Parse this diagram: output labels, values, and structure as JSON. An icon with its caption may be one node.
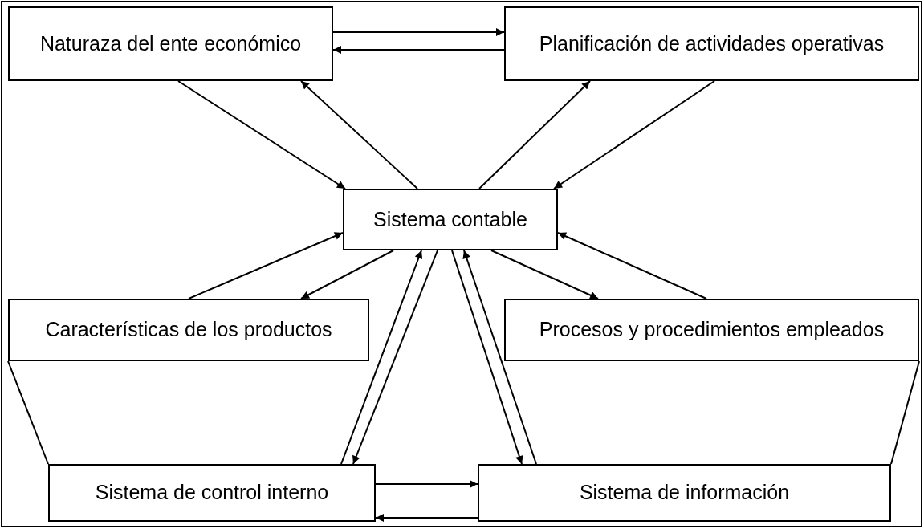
{
  "diagram": {
    "nodes": [
      {
        "text": [
          "Naturaza del ente económico"
        ]
      },
      {
        "text": [
          "Planificación de actividades operativas"
        ]
      },
      {
        "text": [
          "Sistema contable"
        ]
      },
      {
        "text": [
          "Características de los productos"
        ]
      },
      {
        "text": [
          "Procesos y procedimientos empleados"
        ]
      },
      {
        "text": [
          "Sistema de control interno"
        ]
      },
      {
        "text": [
          "Sistema de información"
        ]
      }
    ],
    "edges": [
      {
        "from": 0,
        "to": 1,
        "arrow": "to"
      },
      {
        "from": 1,
        "to": 0,
        "arrow": "to"
      },
      {
        "from": 0,
        "to": 2,
        "arrow": "to"
      },
      {
        "from": 2,
        "to": 0,
        "arrow": "to"
      },
      {
        "from": 2,
        "to": 1,
        "arrow": "to"
      },
      {
        "from": 1,
        "to": 2,
        "arrow": "to"
      },
      {
        "from": 3,
        "to": 2,
        "arrow": "to"
      },
      {
        "from": 2,
        "to": 3,
        "arrow": "to"
      },
      {
        "from": 2,
        "to": 4,
        "arrow": "to"
      },
      {
        "from": 4,
        "to": 2,
        "arrow": "to"
      },
      {
        "from": 5,
        "to": 2,
        "arrow": "to"
      },
      {
        "from": 2,
        "to": 5,
        "arrow": "to"
      },
      {
        "from": 2,
        "to": 6,
        "arrow": "to"
      },
      {
        "from": 6,
        "to": 2,
        "arrow": "to"
      },
      {
        "from": 5,
        "to": 6,
        "arrow": "to"
      },
      {
        "from": 6,
        "to": 5,
        "arrow": "to"
      },
      {
        "from": 3,
        "to": 5,
        "arrow": "none"
      },
      {
        "from": 4,
        "to": 6,
        "arrow": "none"
      }
    ]
  }
}
